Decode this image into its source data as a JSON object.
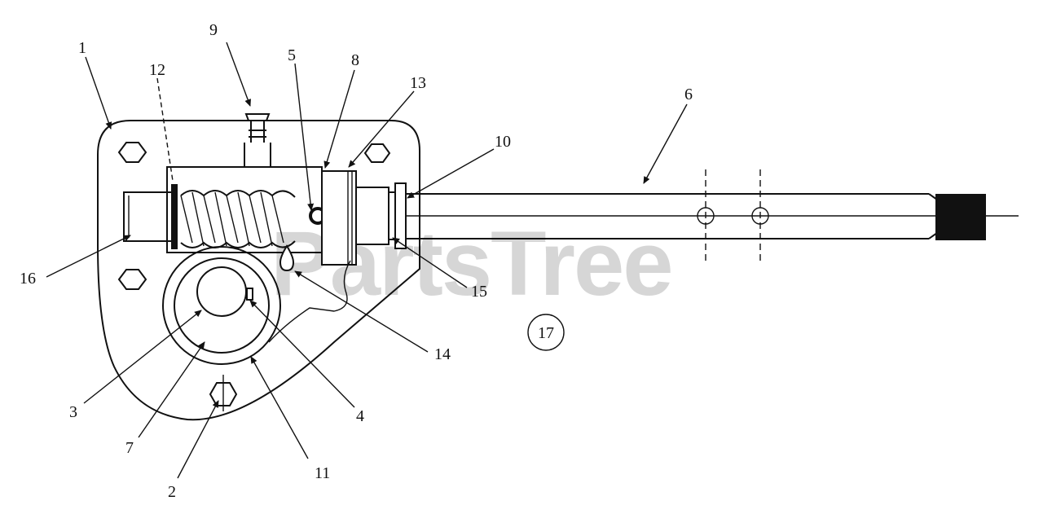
{
  "watermark": "PartsTree",
  "kit_marker": "17",
  "callouts": [
    {
      "id": "c1",
      "label": "1"
    },
    {
      "id": "c2",
      "label": "2"
    },
    {
      "id": "c3",
      "label": "3"
    },
    {
      "id": "c4",
      "label": "4"
    },
    {
      "id": "c5",
      "label": "5"
    },
    {
      "id": "c6",
      "label": "6"
    },
    {
      "id": "c7",
      "label": "7"
    },
    {
      "id": "c8",
      "label": "8"
    },
    {
      "id": "c9",
      "label": "9"
    },
    {
      "id": "c10",
      "label": "10"
    },
    {
      "id": "c11",
      "label": "11"
    },
    {
      "id": "c12",
      "label": "12"
    },
    {
      "id": "c13",
      "label": "13"
    },
    {
      "id": "c14",
      "label": "14"
    },
    {
      "id": "c15",
      "label": "15"
    },
    {
      "id": "c16",
      "label": "16"
    }
  ]
}
